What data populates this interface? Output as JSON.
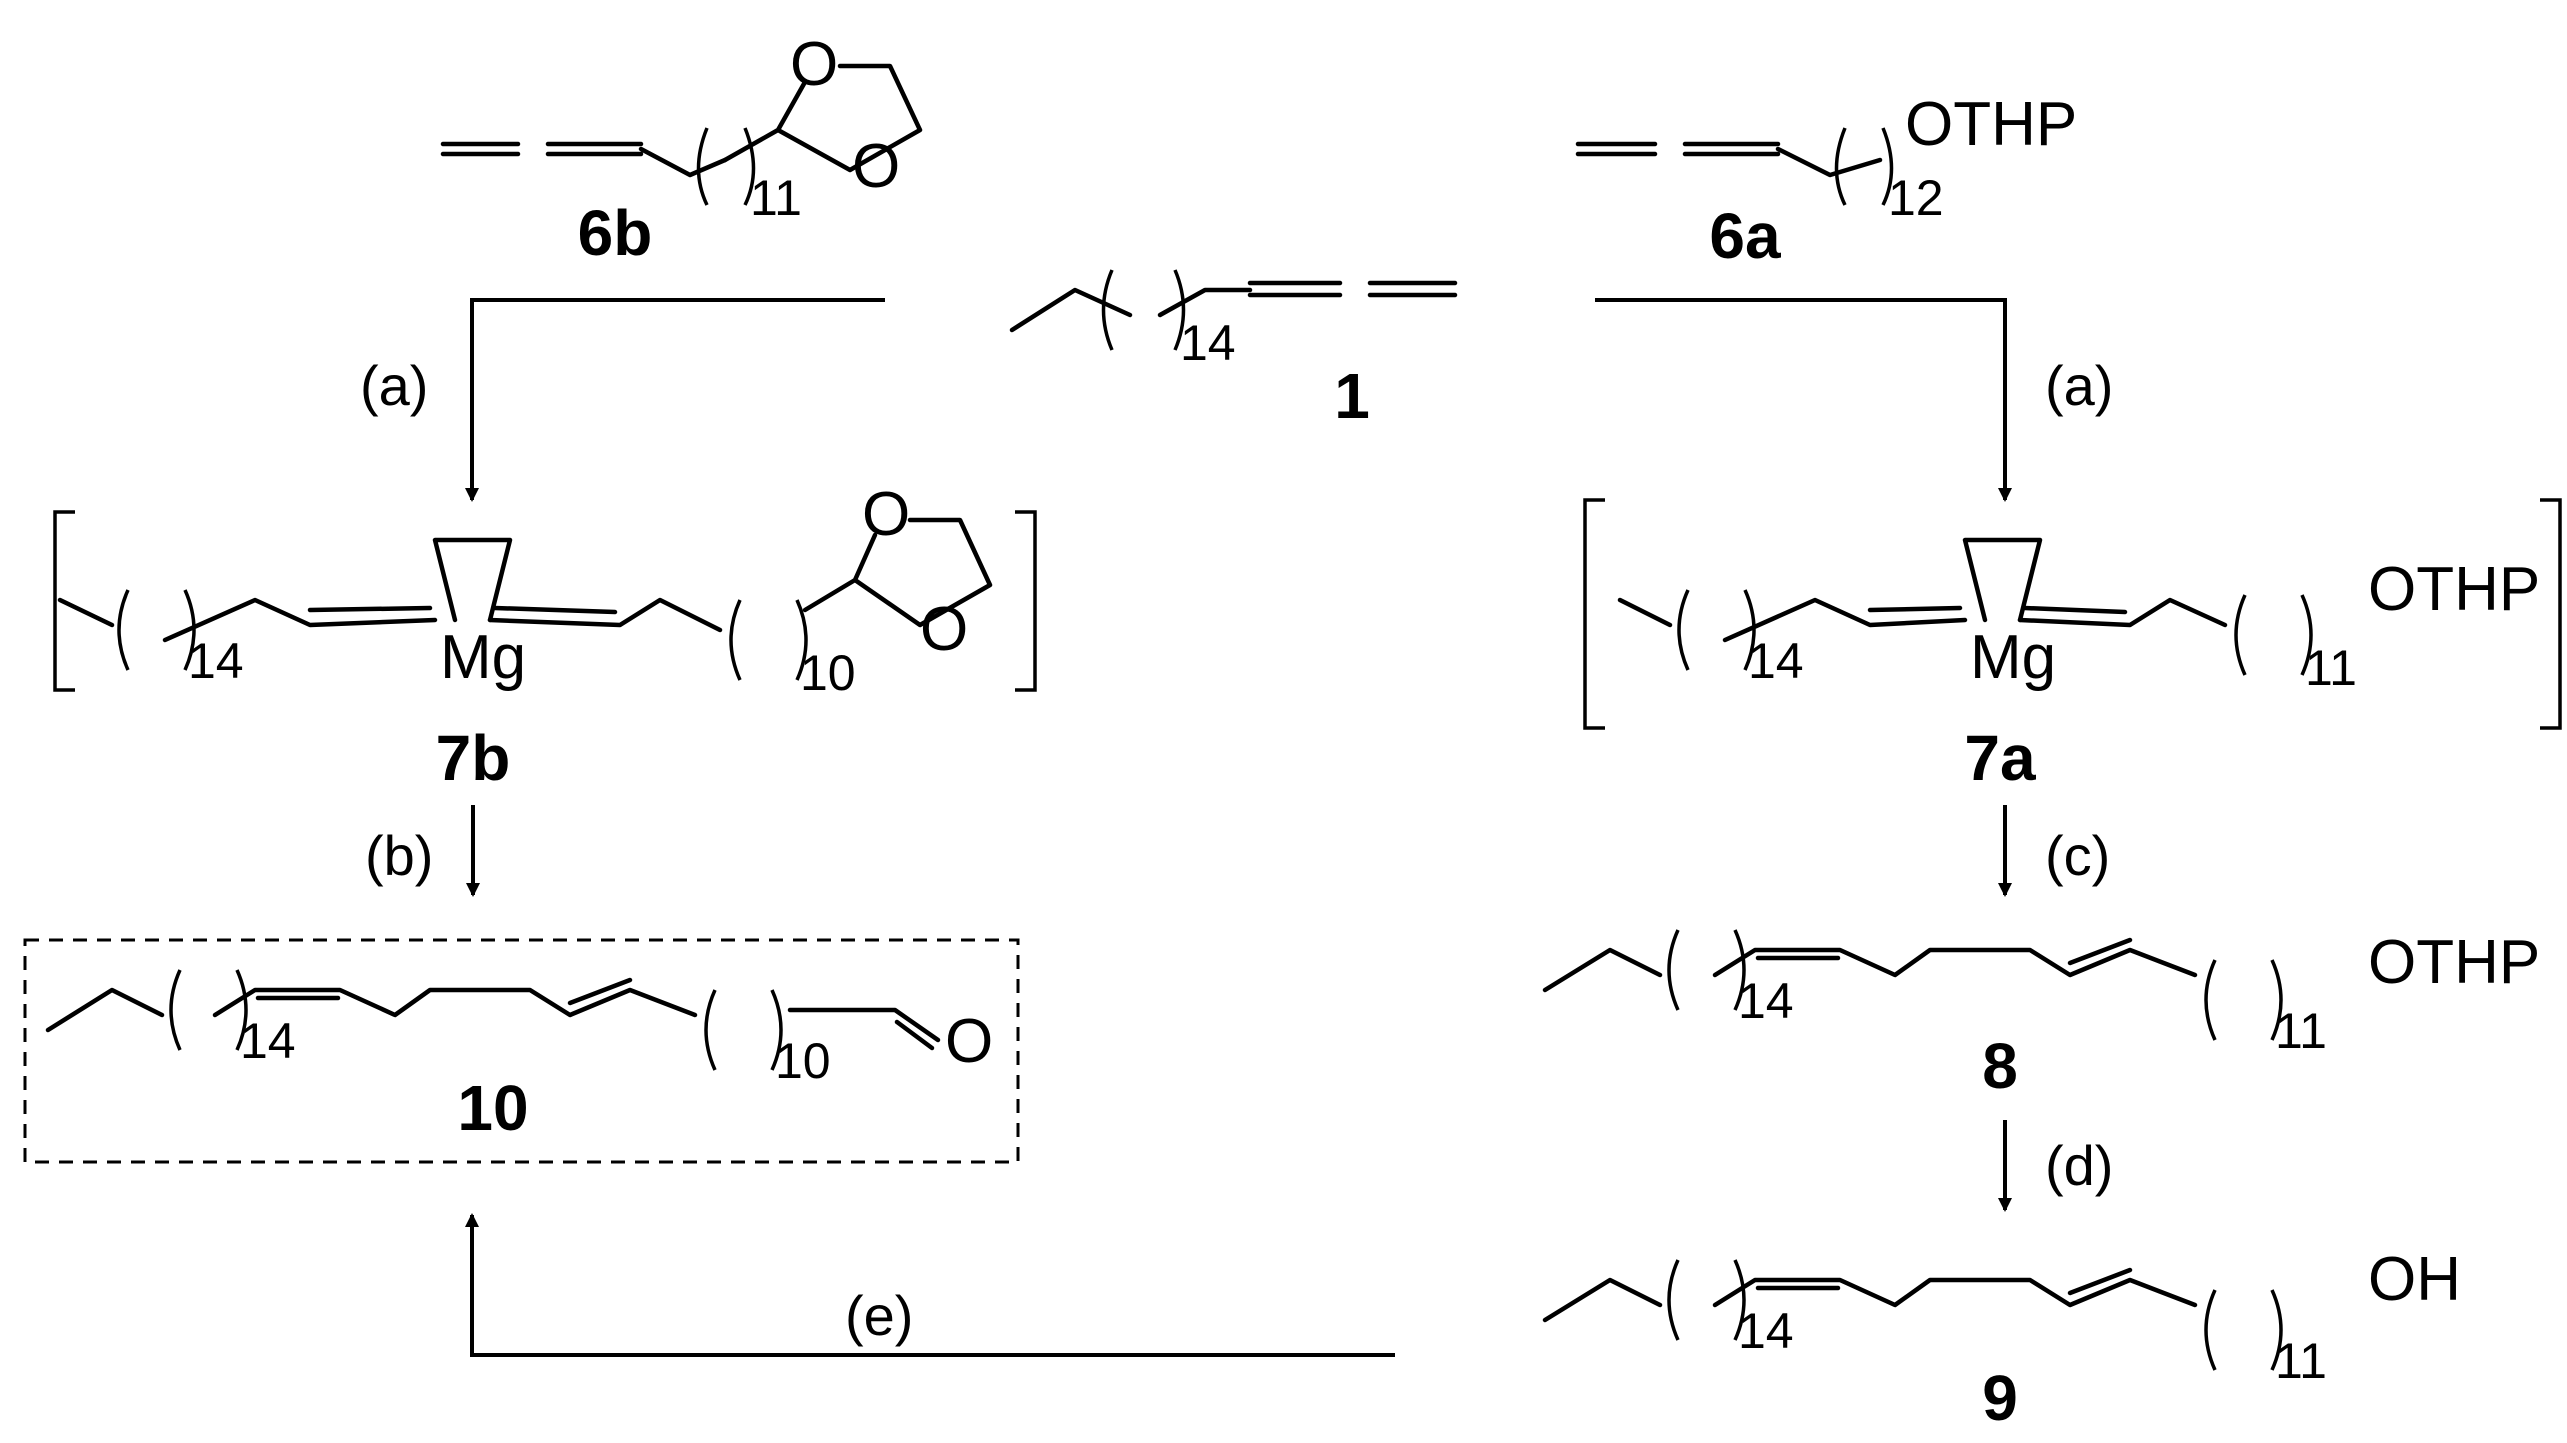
{
  "compounds": {
    "c1": {
      "label": "1",
      "units": "14"
    },
    "c6b": {
      "label": "6b",
      "units": "11",
      "o_top": "O",
      "o_bot": "O"
    },
    "c6a": {
      "label": "6a",
      "units": "12",
      "group": "OTHP"
    },
    "c7b": {
      "label": "7b",
      "metal": "Mg",
      "units_left": "14",
      "units_right": "10",
      "o_top": "O",
      "o_bot": "O"
    },
    "c7a": {
      "label": "7a",
      "metal": "Mg",
      "units_left": "14",
      "units_right": "11",
      "group": "OTHP"
    },
    "c8": {
      "label": "8",
      "units_left": "14",
      "units_right": "11",
      "group": "OTHP"
    },
    "c9": {
      "label": "9",
      "units_left": "14",
      "units_right": "11",
      "group": "OH"
    },
    "c10": {
      "label": "10",
      "units_left": "14",
      "units_right": "10",
      "carbonyl_o": "O"
    }
  },
  "conditions": {
    "a_left": "(a)",
    "a_right": "(a)",
    "b": "(b)",
    "c": "(c)",
    "d": "(d)",
    "e": "(e)"
  }
}
